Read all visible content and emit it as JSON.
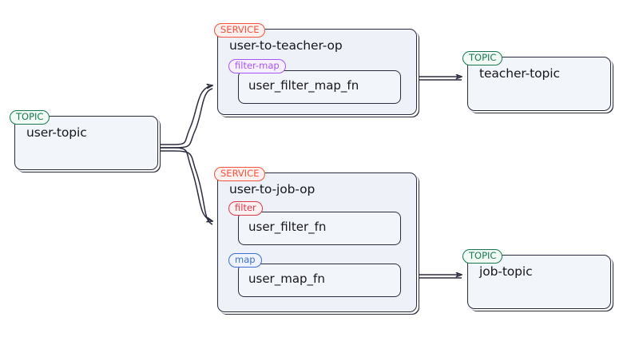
{
  "diagram": {
    "type": "dataflow-pipeline",
    "background_color": "#ffffff",
    "node_fill": "#eef1f8",
    "node_border": "#2b2b40",
    "edge_color": "#2b2b40",
    "badge_colors": {
      "topic": "#18794e",
      "service": "#f2543d",
      "filter-map": "#a855f7",
      "filter": "#d93a4a",
      "map": "#3b6fd4"
    }
  },
  "nodes": {
    "user_topic": {
      "badge": "TOPIC",
      "title": "user-topic"
    },
    "user_to_teacher_op": {
      "badge": "SERVICE",
      "title": "user-to-teacher-op",
      "operators": [
        {
          "badge": "filter-map",
          "label": "user_filter_map_fn"
        }
      ]
    },
    "teacher_topic": {
      "badge": "TOPIC",
      "title": "teacher-topic"
    },
    "user_to_job_op": {
      "badge": "SERVICE",
      "title": "user-to-job-op",
      "operators": [
        {
          "badge": "filter",
          "label": "user_filter_fn"
        },
        {
          "badge": "map",
          "label": "user_map_fn"
        }
      ]
    },
    "job_topic": {
      "badge": "TOPIC",
      "title": "job-topic"
    }
  },
  "edges": [
    {
      "from": "user-topic",
      "to": "user-to-teacher-op",
      "style": "curved-arrow"
    },
    {
      "from": "user-topic",
      "to": "user-to-job-op",
      "style": "curved-arrow"
    },
    {
      "from": "user-to-teacher-op",
      "to": "teacher-topic",
      "style": "straight-arrow"
    },
    {
      "from": "user-to-job-op",
      "to": "job-topic",
      "style": "straight-arrow"
    },
    {
      "from": "user_filter_fn",
      "to": "user_map_fn",
      "style": "internal-link"
    }
  ]
}
